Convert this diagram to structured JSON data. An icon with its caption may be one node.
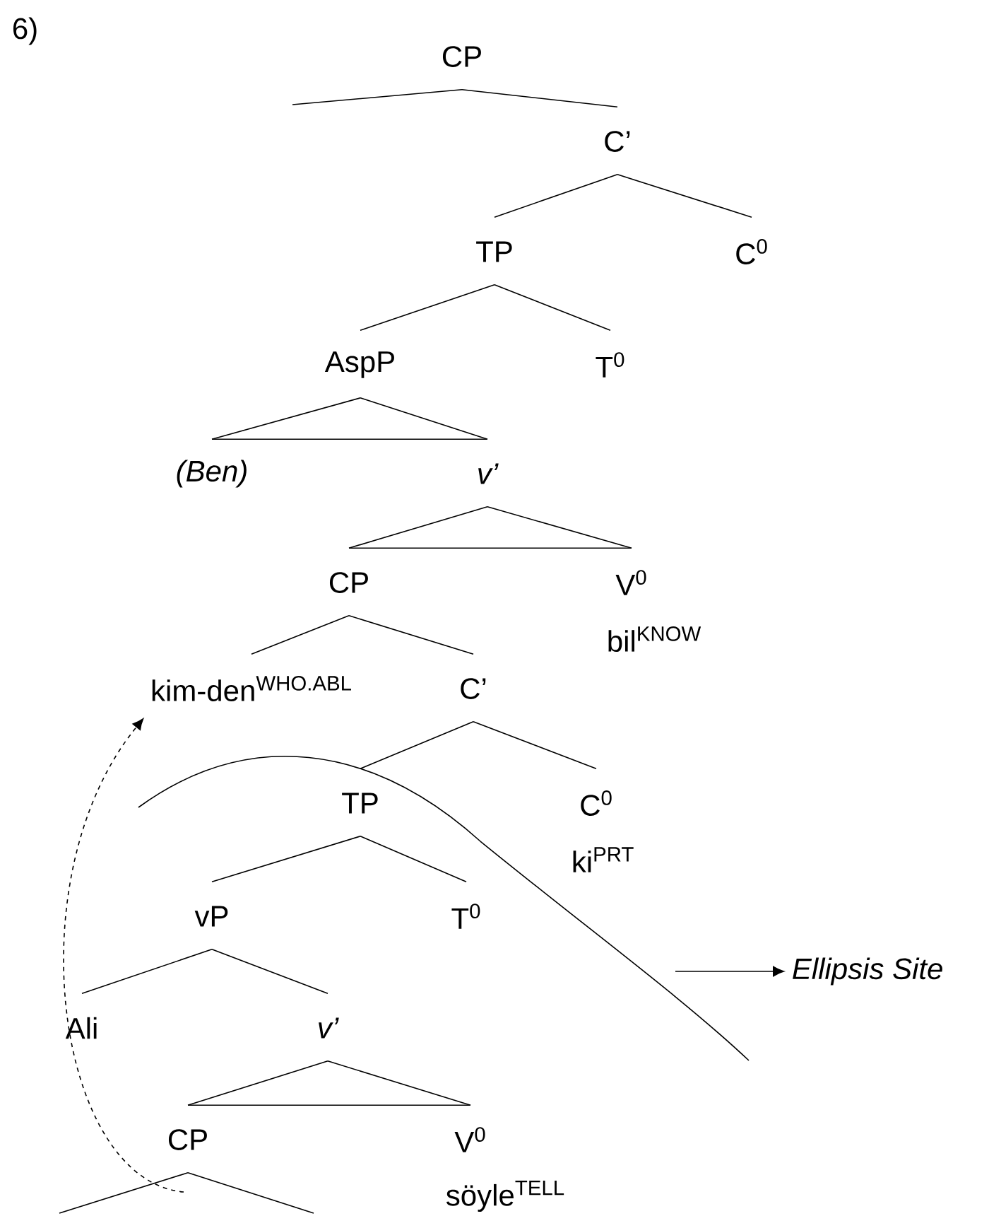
{
  "diagram": {
    "nodes": [
      {
        "text": [
          "CP"
        ]
      },
      {
        "text": [
          "C’"
        ]
      },
      {
        "text": [
          "TP"
        ]
      },
      {
        "text": [
          "C$^{0}$"
        ]
      },
      {
        "text": [
          "AspP"
        ]
      },
      {
        "text": [
          "T$^{0}$"
        ]
      },
      {
        "text": [
          "(Ben)"
        ]
      },
      {
        "text": [
          "v’"
        ]
      },
      {
        "text": [
          "CP"
        ]
      },
      {
        "text": [
          "V$^{0}$"
        ],
        "beside": [
          "bil$^{KNOW}$"
        ]
      },
      {
        "text": [
          "kim-den$^{WHO.ABL}$"
        ]
      },
      {
        "text": [
          "C’"
        ]
      },
      {
        "text": [
          "TP"
        ]
      },
      {
        "text": [
          "C$^{0}$"
        ],
        "beside": [
          "ki$^{PRT}$"
        ]
      },
      {
        "text": [
          "vP"
        ]
      },
      {
        "text": [
          "T$^{0}$"
        ]
      },
      {
        "text": [
          "Ali"
        ]
      },
      {
        "text": [
          "v’"
        ]
      },
      {
        "text": [
          "CP"
        ]
      },
      {
        "text": [
          "V$^{0}$"
        ],
        "beside": [
          "söyle$^{TELL}$"
        ]
      },
      {
        "text": [
          "Ellipsis Site"
        ]
      }
    ],
    "edges": [
      {
        "from": 0,
        "to": null,
        "arrow": "none"
      },
      {
        "from": 0,
        "to": 1,
        "arrow": "none"
      },
      {
        "from": 1,
        "to": 2,
        "arrow": "none"
      },
      {
        "from": 1,
        "to": 3,
        "arrow": "none"
      },
      {
        "from": 2,
        "to": 4,
        "arrow": "none"
      },
      {
        "from": 2,
        "to": 5,
        "arrow": "none"
      },
      {
        "from": 4,
        "to": 6,
        "arrow": "none"
      },
      {
        "from": 4,
        "to": 7,
        "arrow": "none"
      },
      {
        "from": 7,
        "to": 8,
        "arrow": "none"
      },
      {
        "from": 7,
        "to": 9,
        "arrow": "none"
      },
      {
        "from": 8,
        "to": 10,
        "arrow": "none"
      },
      {
        "from": 8,
        "to": 11,
        "arrow": "none"
      },
      {
        "from": 11,
        "to": 12,
        "arrow": "none"
      },
      {
        "from": 11,
        "to": 13,
        "arrow": "none"
      },
      {
        "from": 12,
        "to": 14,
        "arrow": "none"
      },
      {
        "from": 12,
        "to": 15,
        "arrow": "none"
      },
      {
        "from": 14,
        "to": 16,
        "arrow": "none"
      },
      {
        "from": 14,
        "to": 17,
        "arrow": "none"
      },
      {
        "from": 17,
        "to": 18,
        "arrow": "none"
      },
      {
        "from": 17,
        "to": 19,
        "arrow": "none"
      },
      {
        "from": 18,
        "to": null,
        "arrow": "none"
      },
      {
        "from": 18,
        "to": null,
        "arrow": "none"
      },
      {
        "from": null,
        "to": 20,
        "arrow": "to"
      },
      {
        "from": null,
        "to": 10,
        "arrow": "to",
        "style": "dashed"
      }
    ],
    "labels": [
      "6)"
    ]
  }
}
